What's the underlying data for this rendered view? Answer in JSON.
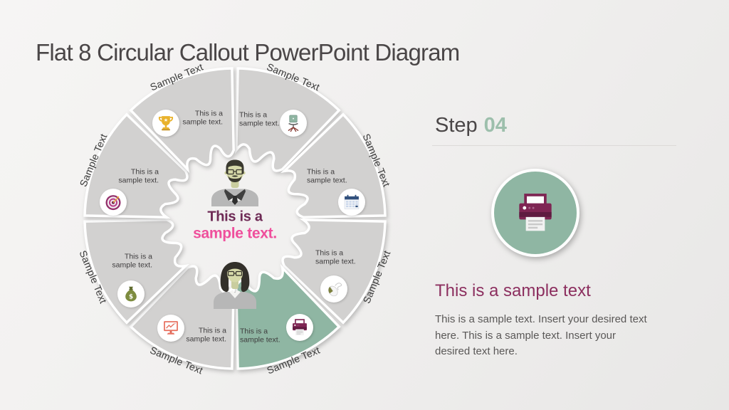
{
  "title": "Flat 8 Circular Callout PowerPoint Diagram",
  "diagram": {
    "center": {
      "line1": "This is a",
      "line2": "sample text.",
      "avatars": [
        "man-avatar",
        "woman-avatar"
      ]
    },
    "segments": [
      {
        "outer_label": "Sample Text",
        "text": "This is a sample text.",
        "icon": "chair-icon",
        "highlighted": false
      },
      {
        "outer_label": "Sample Text",
        "text": "This is a sample text.",
        "icon": "calendar-icon",
        "highlighted": false
      },
      {
        "outer_label": "Sample Text",
        "text": "This is a sample text.",
        "icon": "mouse-icon",
        "highlighted": false
      },
      {
        "outer_label": "Sample Text",
        "text": "This is a sample text.",
        "icon": "printer-icon",
        "highlighted": true
      },
      {
        "outer_label": "Sample Text",
        "text": "This is a sample text.",
        "icon": "monitor-icon",
        "highlighted": false
      },
      {
        "outer_label": "Sample Text",
        "text": "This is a sample text.",
        "icon": "moneybag-icon",
        "highlighted": false
      },
      {
        "outer_label": "Sample Text",
        "text": "This is a sample text.",
        "icon": "target-icon",
        "highlighted": false
      },
      {
        "outer_label": "Sample Text",
        "text": "This is a sample text.",
        "icon": "trophy-icon",
        "highlighted": false
      }
    ]
  },
  "step_panel": {
    "step_label": "Step",
    "step_number": "04",
    "icon": "printer-icon",
    "heading": "This is a sample text",
    "body": "This is a sample text. Insert your desired text here. This is a sample text. Insert your desired text here."
  },
  "colors": {
    "background": "#f1f0ee",
    "title": "#4a4647",
    "segment_gray": "#d2d1d0",
    "segment_highlight": "#8fb6a3",
    "segment_text": "#3e3c3d",
    "outer_label": "#3a3a3a",
    "center_line1": "#6e2a55",
    "center_line2": "#ef4f9c",
    "step_label": "#4a4647",
    "step_number": "#9dbfac",
    "heading": "#8c2f5f",
    "body_text": "#5a5857",
    "icon_circle": "#ffffff",
    "printer_magenta": "#7e2553",
    "trophy_gold": "#e9b22c",
    "calendar_navy": "#31507d",
    "monitor_coral": "#e8705f",
    "moneybag_olive": "#7d8c3f",
    "target_magenta": "#93306b"
  }
}
